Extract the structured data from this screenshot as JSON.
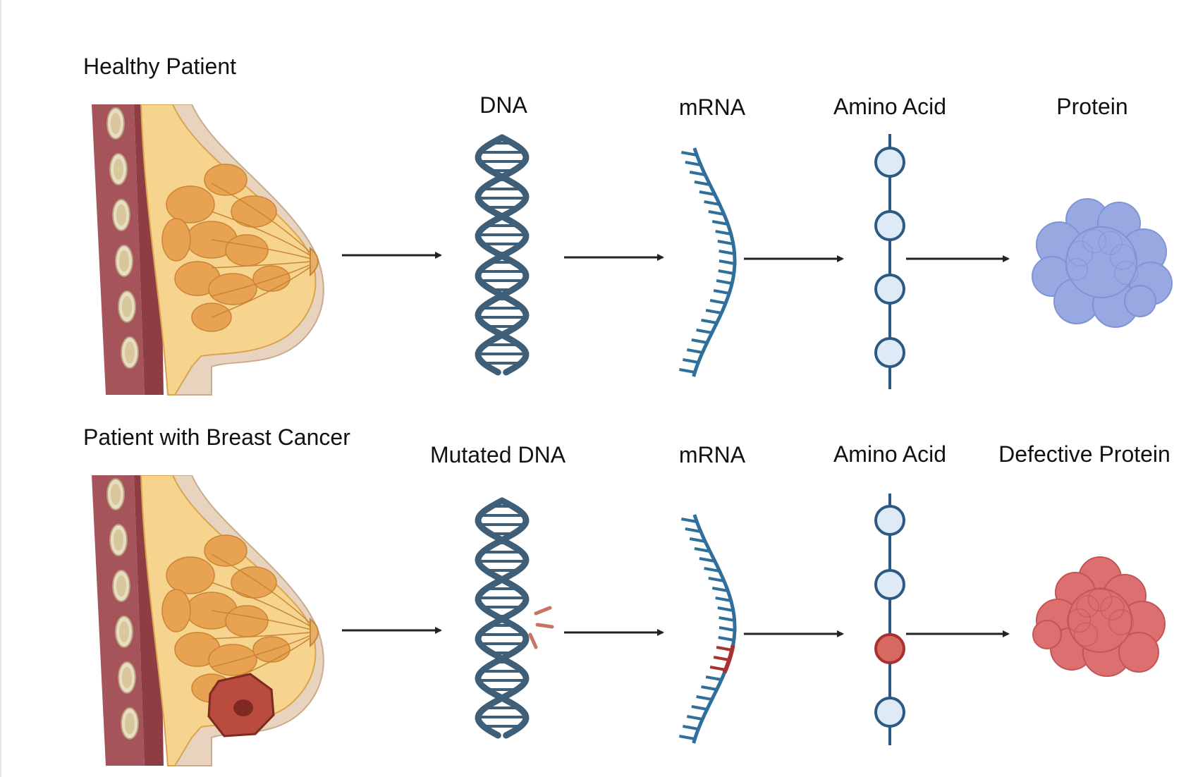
{
  "rows": [
    {
      "title": "Healthy Patient",
      "steps": [
        "DNA",
        "mRNA",
        "Amino Acid",
        "Protein"
      ],
      "has_tumor": false,
      "mutation": false,
      "protein_color": "#98a9e2",
      "protein_stroke": "#7f93d6"
    },
    {
      "title": "Patient with Breast Cancer",
      "steps": [
        "Mutated DNA",
        "mRNA",
        "Amino Acid",
        "Defective Protein"
      ],
      "has_tumor": true,
      "mutation": true,
      "protein_color": "#dc6f6f",
      "protein_stroke": "#c65454"
    }
  ],
  "colors": {
    "dna": "#3f5f78",
    "mrna": "#2f6f9c",
    "mutation": "#a8312f",
    "amino_fill": "#dfeaf7",
    "amino_stroke": "#2c5a85",
    "amino_mutated_fill": "#d66a60",
    "amino_mutated_stroke": "#a8312f",
    "arrow": "#222222"
  },
  "icons": [
    "breast-anatomy-icon",
    "dna-helix-icon",
    "mrna-strand-icon",
    "amino-acid-chain-icon",
    "protein-blob-icon",
    "tumor-icon",
    "mutation-spark-icon"
  ]
}
